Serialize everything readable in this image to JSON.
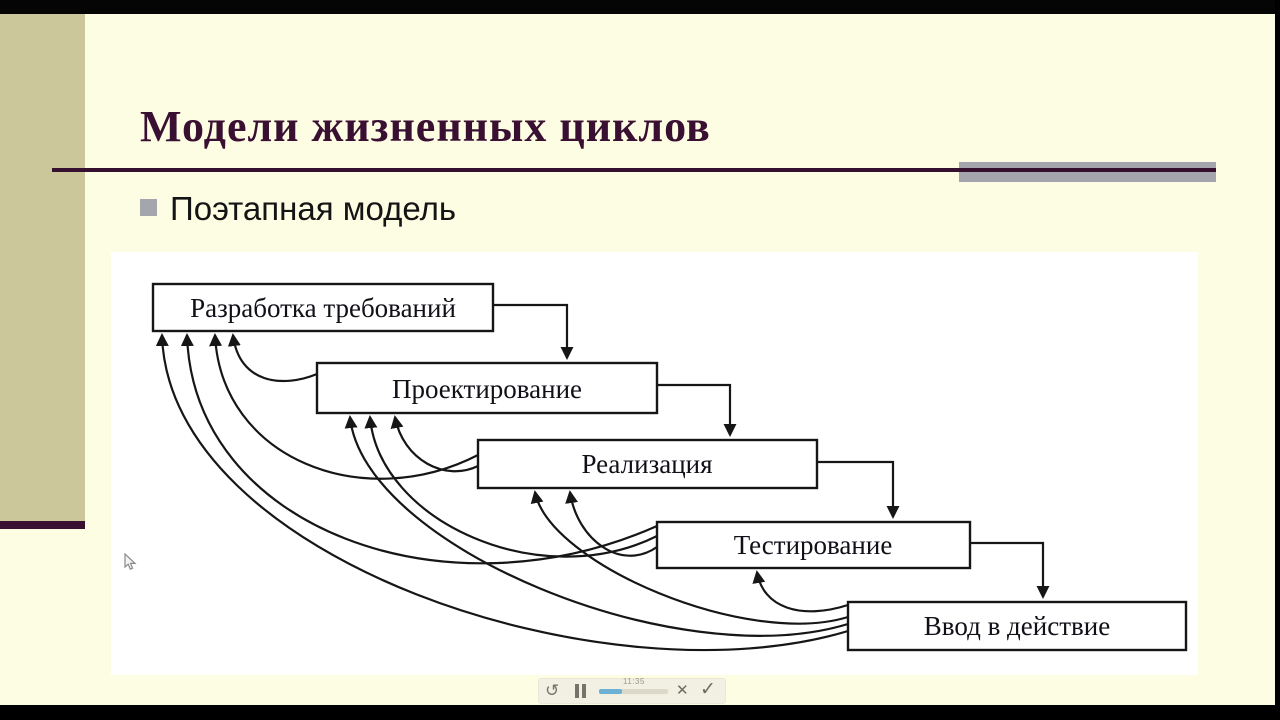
{
  "slide": {
    "title": "Модели жизненных циклов",
    "bullet_text": "Поэтапная модель"
  },
  "diagram": {
    "boxes": [
      {
        "label": "Разработка требований"
      },
      {
        "label": "Проектирование"
      },
      {
        "label": "Реализация"
      },
      {
        "label": "Тестирование"
      },
      {
        "label": "Ввод в действие"
      }
    ],
    "flow": "cascade with feedback arrows from each stage to every previous stage"
  },
  "player": {
    "time_label": "11:35",
    "progress_percent": 34,
    "icons": {
      "replay": "↺",
      "pause": "pause-bars",
      "close": "✕",
      "confirm": "✓"
    }
  },
  "colors": {
    "slide_bg": "#fdfde3",
    "sidebar": "#cbc79a",
    "title_maroon": "#3a1032",
    "accent_gray": "#a5a5ad",
    "panel_bg": "#ffffff",
    "diagram_ink": "#161616",
    "progress_fill": "#6db1d4",
    "player_bg": "#f2efe3"
  }
}
